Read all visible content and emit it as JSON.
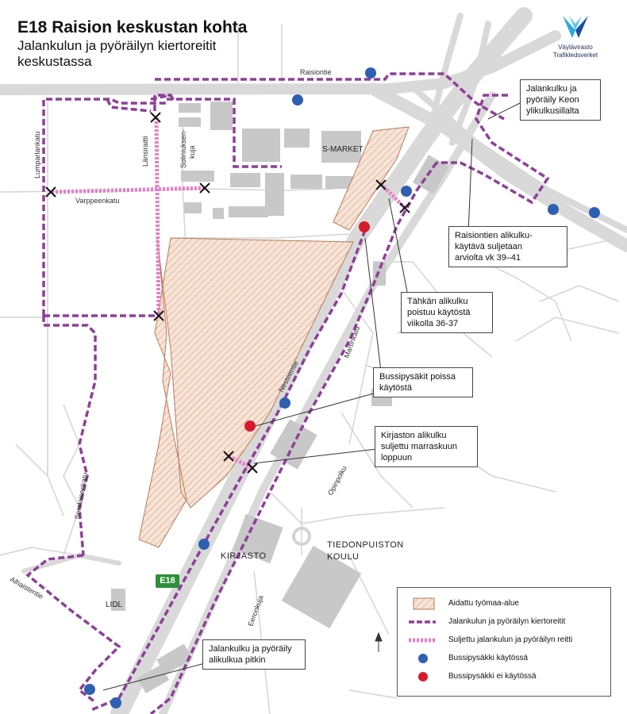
{
  "title": {
    "heading": "E18 Raision keskustan kohta",
    "subtitle_line1": "Jalankulun ja pyöräilyn kiertoreitit",
    "subtitle_line2": "keskustassa"
  },
  "logo": {
    "line1": "Väylävirasto",
    "line2": "Trafikledsverket"
  },
  "streets": {
    "raisiontie": "Raisiontie",
    "lumparlankatu": "Lumparlankatu",
    "lansiraitti": "Länsiraitti",
    "soliniuksenkuja_1": "Soliniuksen-",
    "soliniuksenkuja_2": "kuja",
    "varppeenkatu": "Varppeenkatu",
    "nesteentie": "Nesteentie",
    "martinkatu": "Martinkatu",
    "opinpolku": "Opinpolku",
    "sorolaisenkatu": "Sorolaisenkatu",
    "alhaistentie": "Alhaistentie",
    "eeronkuja": "Eeronkuja"
  },
  "places": {
    "smarket": "S-MARKET",
    "kirjasto": "KIRJASTO",
    "tiedonpuisto_1": "TIEDONPUISTON",
    "tiedonpuisto_2": "KOULU",
    "lidl": "LIDL",
    "road_shield": "E18"
  },
  "callouts": {
    "keon": [
      "Jalankulku ja",
      "pyöräily Keon",
      "ylikulkusillalta"
    ],
    "raisiontien": [
      "Raisiontien alikulku-",
      "käytävä suljetaan",
      "arviolta vk 39–41"
    ],
    "tahkan": [
      "Tähkän alikulku",
      "poistuu käytöstä",
      "viikolla 36-37"
    ],
    "bussi": [
      "Bussipysäkit poissa",
      "käytöstä"
    ],
    "kirjaston": [
      "Kirjaston alikulku",
      "suljettu marraskuun",
      "loppuun"
    ],
    "alikulkua": [
      "Jalankulku ja pyöräily",
      "alikulkua pitkin"
    ]
  },
  "legend": {
    "items": [
      {
        "label": "Aidattu työmaa-alue",
        "symbol": "hatched-area"
      },
      {
        "label": "Jalankulun ja pyöräilyn kiertoreitit",
        "symbol": "purple-dashed-line"
      },
      {
        "label": "Suljettu jalankulun ja pyöräilyn reitti",
        "symbol": "pink-dashed-line"
      },
      {
        "label": "Bussipysäkki käytössä",
        "symbol": "blue-dot"
      },
      {
        "label": "Bussipysäkki ei käytössä",
        "symbol": "red-dot"
      }
    ]
  },
  "colors": {
    "detour": "#8e3f98",
    "closed": "#e77ec6",
    "bus_active": "#2f5fb0",
    "bus_inactive": "#d61a2a",
    "worksite_fill": "#f6e4d6",
    "worksite_hatch": "#d08a6a",
    "road": "#d9d9d9",
    "building": "#c8c8c8",
    "shield": "#2f8f3a"
  }
}
